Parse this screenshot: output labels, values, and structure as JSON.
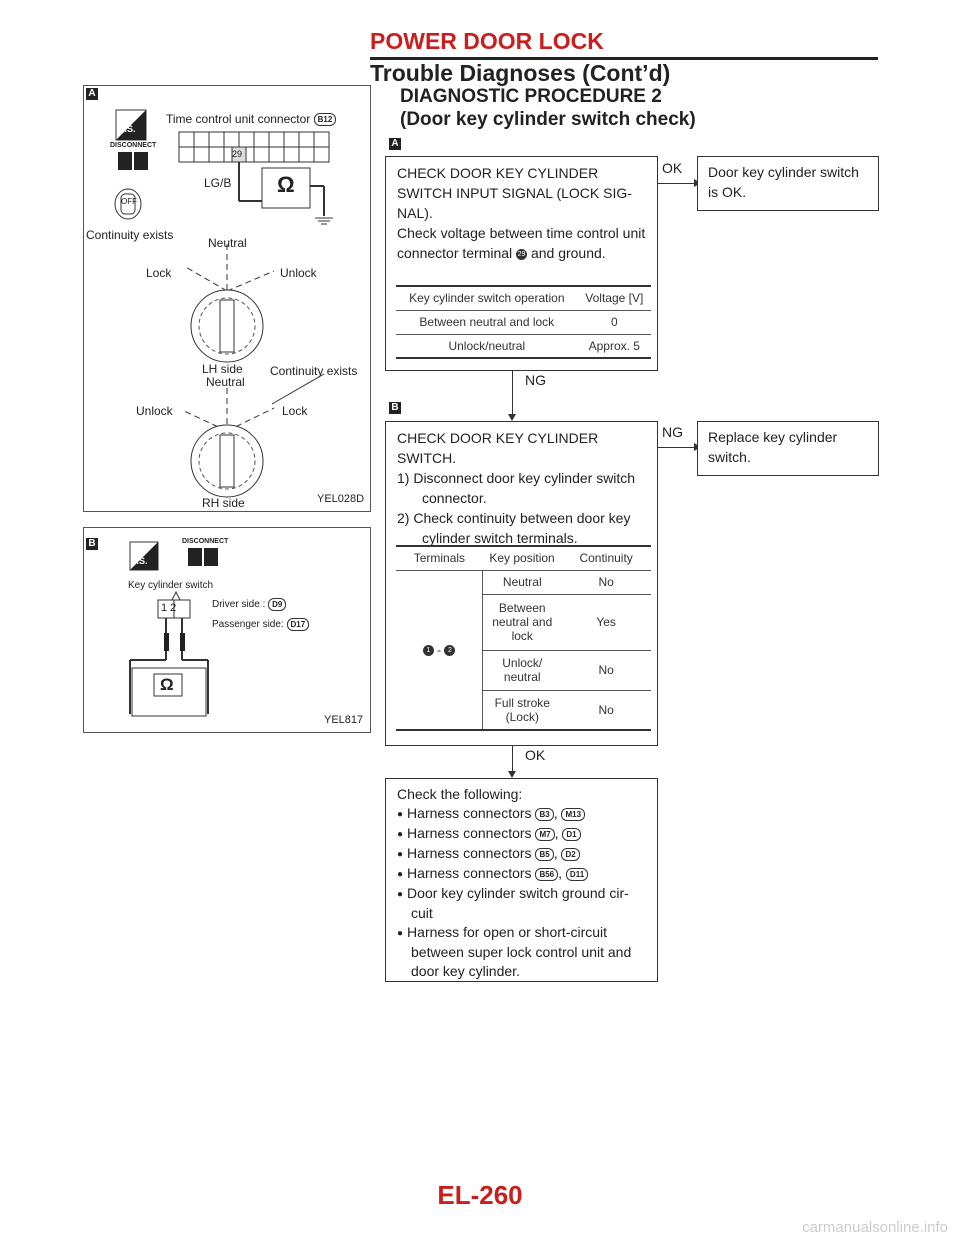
{
  "header": {
    "section": "POWER DOOR LOCK",
    "subtitle": "Trouble Diagnoses (Cont’d)"
  },
  "procedure": {
    "title_line1": "DIAGNOSTIC PROCEDURE 2",
    "title_line2": "(Door key cylinder switch check)"
  },
  "markers": {
    "a": "A",
    "b": "B"
  },
  "figure_a": {
    "connector_label": "Time control unit connector",
    "connector_id": "B12",
    "pin": "29",
    "wire": "LG/B",
    "ohm": "Ω",
    "continuity1": "Continuity exists",
    "neutral1": "Neutral",
    "lock1": "Lock",
    "unlock1": "Unlock",
    "side1": "LH side",
    "neutral2": "Neutral",
    "continuity2": "Continuity exists",
    "unlock2": "Unlock",
    "lock2": "Lock",
    "side2": "RH side",
    "code": "YEL028D",
    "ts": "T.S.",
    "disconnect": "DISCONNECT",
    "off": "OFF"
  },
  "figure_b": {
    "switch_label": "Key cylinder switch",
    "driver_label": "Driver side      :",
    "driver_conn": "D9",
    "passenger_label": "Passenger side:",
    "passenger_conn": "D17",
    "pins": "1 2",
    "ohm": "Ω",
    "code": "YEL817",
    "ts": "T.S.",
    "disconnect": "DISCONNECT"
  },
  "step_a": {
    "text": "CHECK DOOR KEY CYLINDER SWITCH INPUT SIGNAL (LOCK SIG-NAL).\nCheck voltage between time control unit connector terminal",
    "terminal": "29",
    "text_end": "and ground.",
    "table_headers": [
      "Key cylinder switch operation",
      "Voltage [V]"
    ],
    "table_rows": [
      [
        "Between neutral and lock",
        "0"
      ],
      [
        "Unlock/neutral",
        "Approx. 5"
      ]
    ],
    "ok_label": "OK",
    "ng_label": "NG",
    "ok_result": "Door key cylinder switch is OK."
  },
  "step_b": {
    "line1": "CHECK DOOR KEY CYLINDER",
    "line2": "SWITCH.",
    "item1a": "1)  Disconnect door key cylinder switch",
    "item1b": "connector.",
    "item2a": "2)  Check continuity between door key",
    "item2b": "cylinder switch terminals.",
    "table_headers": [
      "Terminals",
      "Key position",
      "Continuity"
    ],
    "terminal_a": "1",
    "terminal_sep": "-",
    "terminal_b": "2",
    "table_rows": [
      [
        "Neutral",
        "No"
      ],
      [
        "Between neutral and lock",
        "Yes"
      ],
      [
        "Unlock/ neutral",
        "No"
      ],
      [
        "Full stroke (Lock)",
        "No"
      ]
    ],
    "ng_label": "NG",
    "ok_label": "OK",
    "ng_result": "Replace key cylinder switch."
  },
  "step_c": {
    "intro": "Check the following:",
    "items": [
      {
        "text": "Harness connectors",
        "c1": "B3",
        "c2": "M13"
      },
      {
        "text": "Harness connectors",
        "c1": "M7",
        "c2": "D1"
      },
      {
        "text": "Harness connectors",
        "c1": "B5",
        "c2": "D2"
      },
      {
        "text": "Harness connectors",
        "c1": "B56",
        "c2": "D11"
      }
    ],
    "item5a": "Door key cylinder switch ground cir-",
    "item5b": "cuit",
    "item6a": "Harness for open or short-circuit",
    "item6b": "between super lock control unit and",
    "item6c": "door key cylinder.",
    "comma": ","
  },
  "footer": {
    "page": "EL-260",
    "watermark": "carmanualsonline.info"
  }
}
